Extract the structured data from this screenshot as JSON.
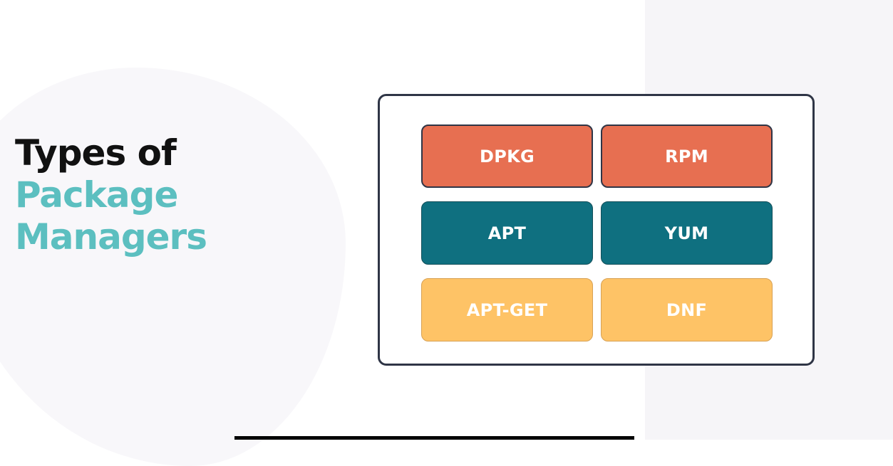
{
  "title": {
    "line1": "Types of",
    "line2": "Package",
    "line3": "Managers"
  },
  "colors": {
    "title_dark": "#111111",
    "title_accent": "#5cbfc0",
    "red": "#e76f51",
    "teal": "#0f7080",
    "yellow": "#fec366",
    "panel_border": "#2f3546"
  },
  "package_managers": [
    {
      "label": "DPKG",
      "color": "red"
    },
    {
      "label": "RPM",
      "color": "red"
    },
    {
      "label": "APT",
      "color": "teal"
    },
    {
      "label": "YUM",
      "color": "teal"
    },
    {
      "label": "APT-GET",
      "color": "yellow"
    },
    {
      "label": "DNF",
      "color": "yellow"
    }
  ]
}
